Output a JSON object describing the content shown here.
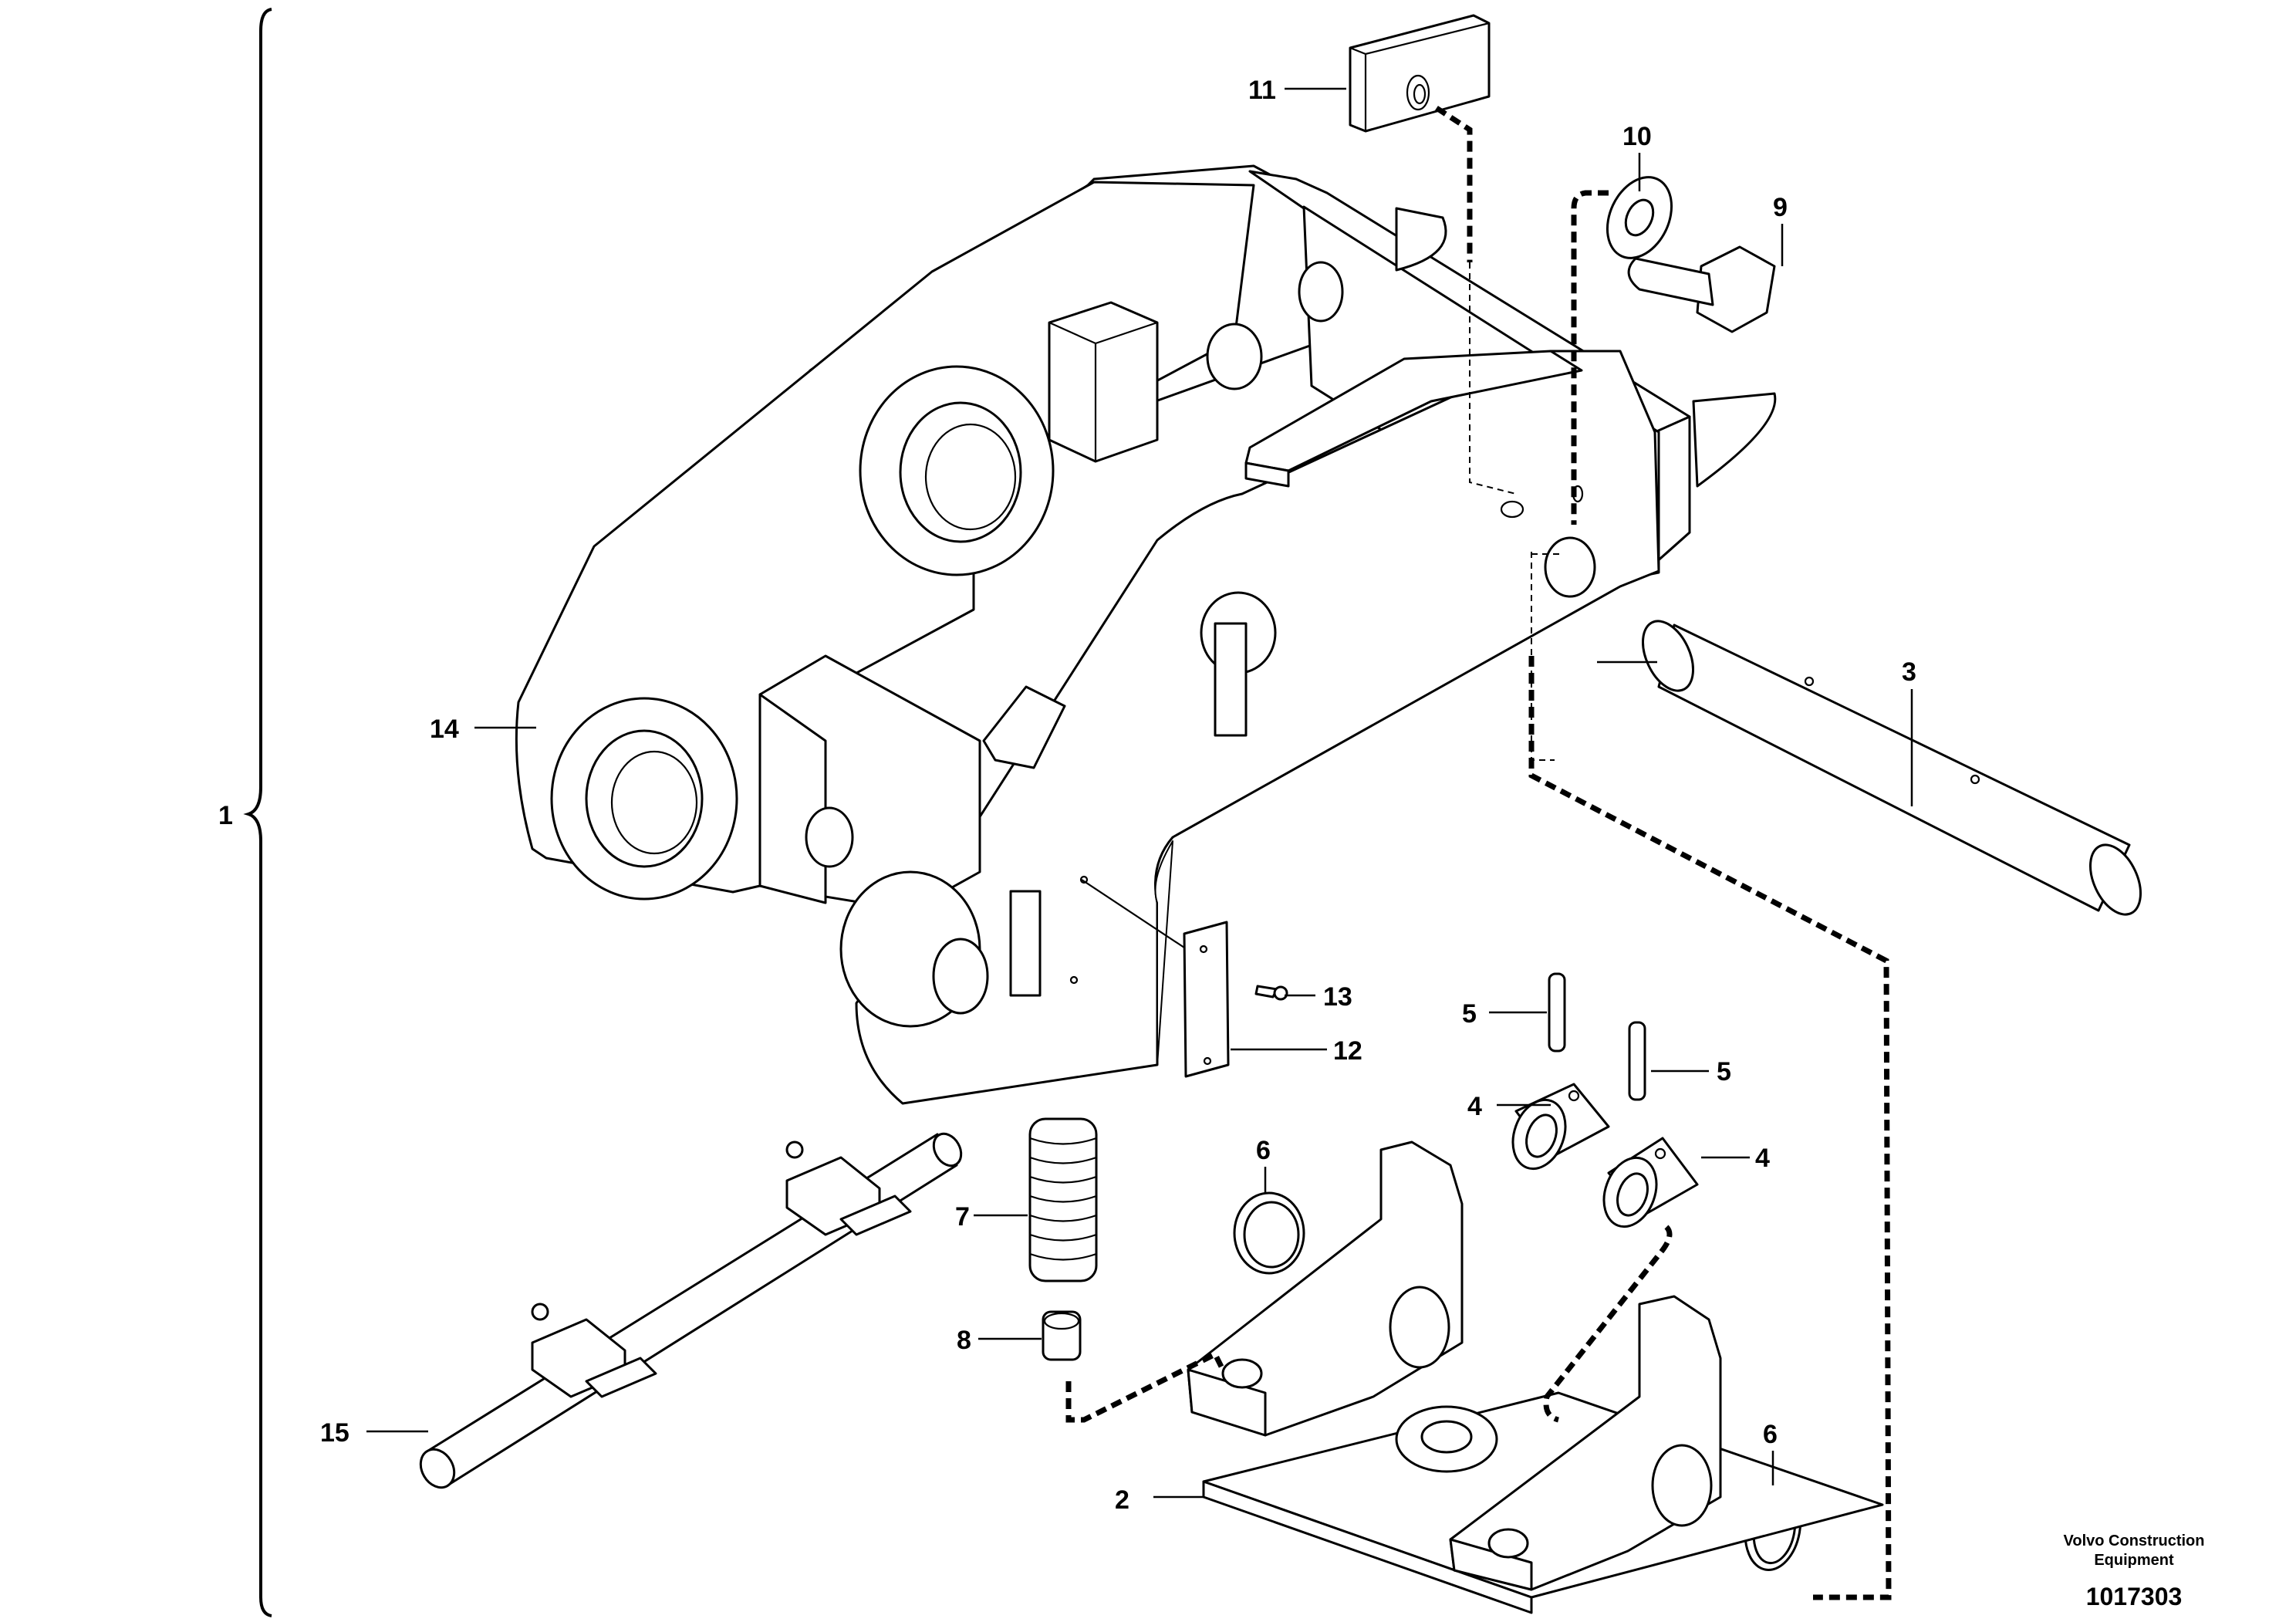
{
  "callouts": [
    {
      "id": "c1",
      "text": "1"
    },
    {
      "id": "c2",
      "text": "2"
    },
    {
      "id": "c3",
      "text": "3"
    },
    {
      "id": "c4a",
      "text": "4"
    },
    {
      "id": "c4b",
      "text": "4"
    },
    {
      "id": "c5a",
      "text": "5"
    },
    {
      "id": "c5b",
      "text": "5"
    },
    {
      "id": "c6a",
      "text": "6"
    },
    {
      "id": "c6b",
      "text": "6"
    },
    {
      "id": "c7",
      "text": "7"
    },
    {
      "id": "c8",
      "text": "8"
    },
    {
      "id": "c9",
      "text": "9"
    },
    {
      "id": "c10",
      "text": "10"
    },
    {
      "id": "c11",
      "text": "11"
    },
    {
      "id": "c12",
      "text": "12"
    },
    {
      "id": "c13",
      "text": "13"
    },
    {
      "id": "c14",
      "text": "14"
    },
    {
      "id": "c15",
      "text": "15"
    }
  ],
  "footer": {
    "brand_line1": "Volvo Construction",
    "brand_line2": "Equipment",
    "doc_number": "1017303"
  }
}
